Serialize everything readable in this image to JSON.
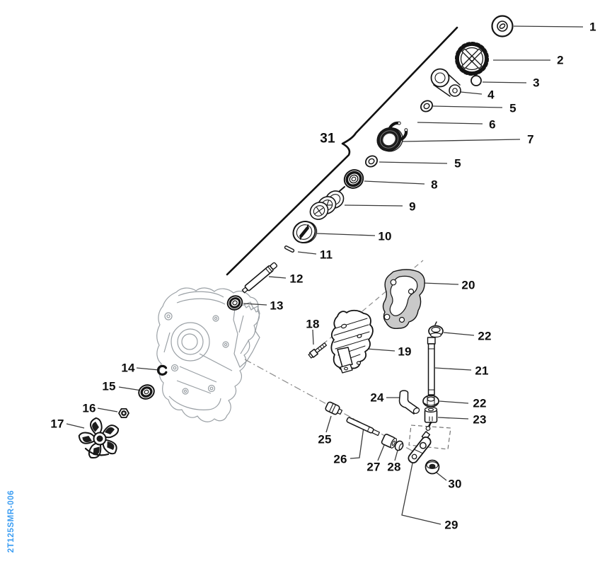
{
  "figure": {
    "code": "2T125SMR-006",
    "code_color": "#3b9df2",
    "background": "#ffffff",
    "line_color": "#141414",
    "ghost_color": "#9aa0a5",
    "leader_color": "#3a3a3a"
  },
  "labels": [
    {
      "text": "1"
    },
    {
      "text": "2"
    },
    {
      "text": "3"
    },
    {
      "text": "4"
    },
    {
      "text": "5"
    },
    {
      "text": "6"
    },
    {
      "text": "7"
    },
    {
      "text": "5"
    },
    {
      "text": "8"
    },
    {
      "text": "9"
    },
    {
      "text": "10"
    },
    {
      "text": "11"
    },
    {
      "text": "12"
    },
    {
      "text": "13"
    },
    {
      "text": "31"
    },
    {
      "text": "14"
    },
    {
      "text": "15"
    },
    {
      "text": "16"
    },
    {
      "text": "17"
    },
    {
      "text": "18"
    },
    {
      "text": "19"
    },
    {
      "text": "20"
    },
    {
      "text": "22"
    },
    {
      "text": "21"
    },
    {
      "text": "24"
    },
    {
      "text": "22"
    },
    {
      "text": "23"
    },
    {
      "text": "25"
    },
    {
      "text": "26"
    },
    {
      "text": "27"
    },
    {
      "text": "28"
    },
    {
      "text": "30"
    },
    {
      "text": "29"
    }
  ]
}
